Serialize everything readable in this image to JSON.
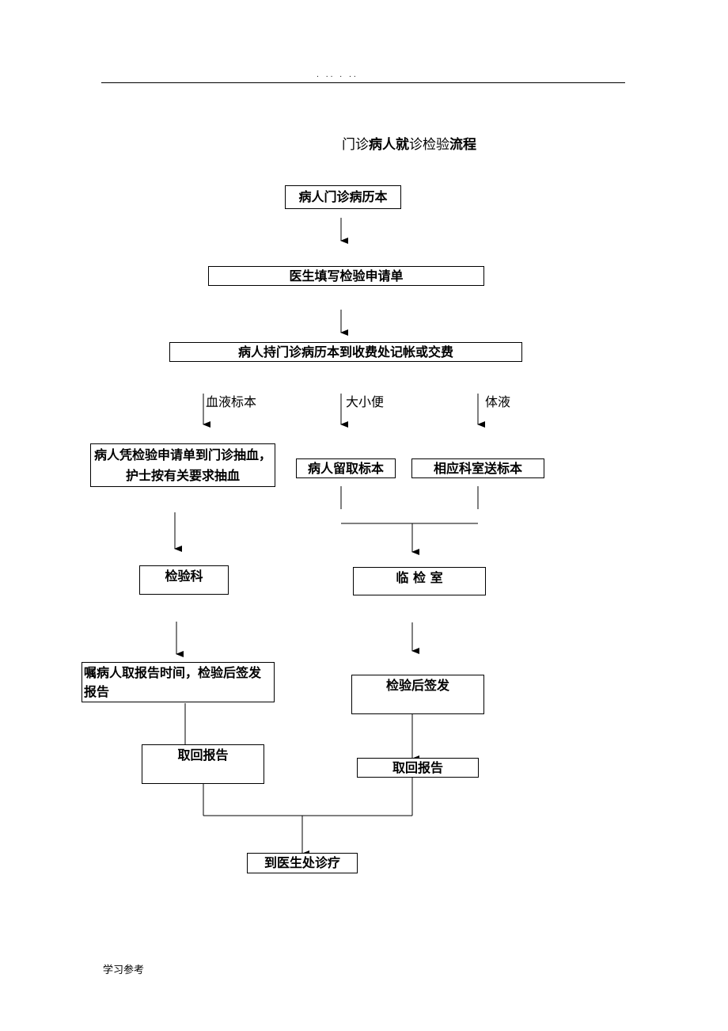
{
  "header": {
    "marks": ". .. . .."
  },
  "title": {
    "part1": "门诊",
    "part2": "病人就",
    "part3": "诊检验",
    "part4": "流程"
  },
  "boxes": {
    "start": "病人门诊病历本",
    "fill_form": "医生填写检验申请单",
    "pay": "病人持门诊病历本到收费处记帐或交费",
    "blood_draw": "病人凭检验申请单到门诊抽血，护士按有关要求抽血",
    "collect_sample": "病人留取标本",
    "dept_send": "相应科室送标本",
    "lab": "检验科",
    "clinical_lab": "临 检 室",
    "notify_time": "嘱病人取报告时间，检验后签发报告",
    "sign_release": "检验后签发",
    "retrieve_left": "取回报告",
    "retrieve_right": "取回报告",
    "to_doctor": "到医生处诊疗"
  },
  "branches": {
    "blood": "血液标本",
    "stool_urine": "大小便",
    "body_fluid": "体液"
  },
  "footer": {
    "text": "学习参考"
  }
}
